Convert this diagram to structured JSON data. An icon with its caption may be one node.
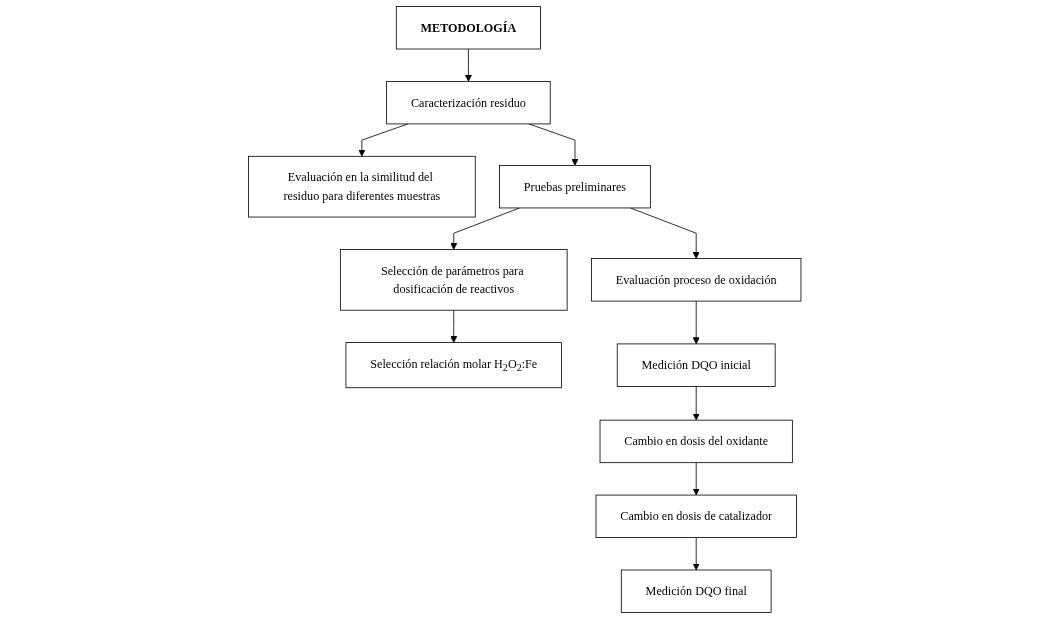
{
  "diagram": {
    "nodes": [
      {
        "text": [
          "METODOLOGÍA"
        ]
      },
      {
        "text": [
          "Caracterización residuo"
        ]
      },
      {
        "text": [
          "Evaluación en la similitud del residuo para diferentes muestras"
        ]
      },
      {
        "text": [
          "Pruebas preliminares"
        ]
      },
      {
        "text": [
          "Selección de parámetros para dosificación de reactivos"
        ]
      },
      {
        "text": [
          "Selección relación molar H$_{2}$O$_{2}$:Fe"
        ]
      },
      {
        "text": [
          "Evaluación proceso de oxidación"
        ]
      },
      {
        "text": [
          "Medición DQO inicial"
        ]
      },
      {
        "text": [
          "Cambio en dosis del oxidante"
        ]
      },
      {
        "text": [
          "Cambio en dosis de catalizador"
        ]
      },
      {
        "text": [
          "Medición DQO final"
        ]
      }
    ],
    "edges": [
      {
        "from": 0,
        "to": 1,
        "arrow": "to"
      },
      {
        "from": 1,
        "to": 2,
        "arrow": "to"
      },
      {
        "from": 1,
        "to": 3,
        "arrow": "to"
      },
      {
        "from": 3,
        "to": 4,
        "arrow": "to"
      },
      {
        "from": 4,
        "to": 5,
        "arrow": "to"
      },
      {
        "from": 3,
        "to": 6,
        "arrow": "to"
      },
      {
        "from": 6,
        "to": 7,
        "arrow": "to"
      },
      {
        "from": 7,
        "to": 8,
        "arrow": "to"
      },
      {
        "from": 8,
        "to": 9,
        "arrow": "to"
      },
      {
        "from": 9,
        "to": 10,
        "arrow": "to"
      }
    ]
  }
}
